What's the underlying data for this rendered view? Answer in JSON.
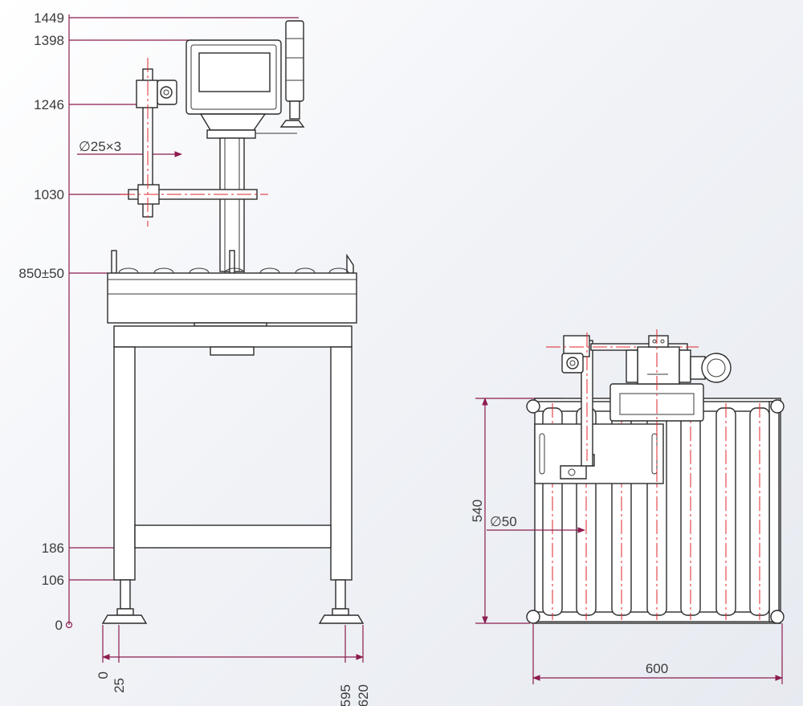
{
  "side_view": {
    "height_labels": [
      "1449",
      "1398",
      "1246",
      "1030",
      "850±50",
      "186",
      "106",
      "0"
    ],
    "pipe_label": "∅25×3",
    "base_labels": [
      "0",
      "25",
      "595",
      "620"
    ]
  },
  "top_view": {
    "depth_label": "540",
    "roller_label": "∅50",
    "width_label": "600"
  },
  "colors": {
    "dimension": "#8c1d4f",
    "outline": "#2b2b2b",
    "centerline": "#e0242b"
  }
}
